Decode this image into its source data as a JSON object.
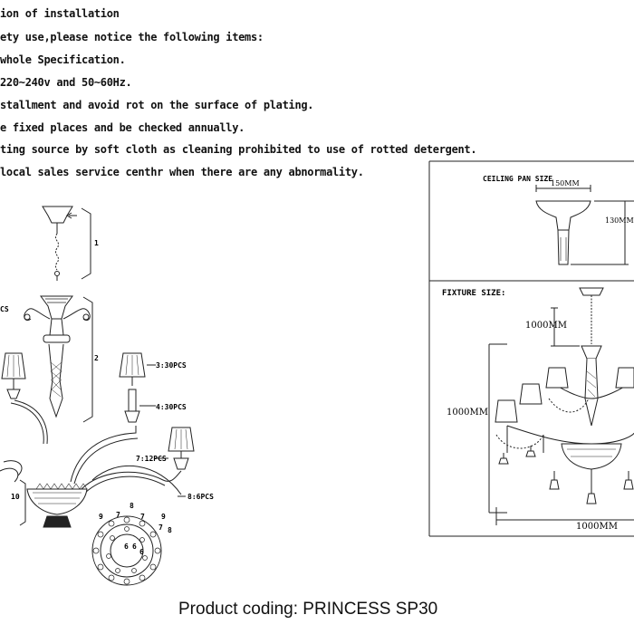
{
  "instructions": [
    "ion of installation",
    "ety use,please notice the following items:",
    " whole Specification.",
    "220~240v and 50~60Hz.",
    "stallment and avoid rot on the surface of plating.",
    "e fixed places and be checked annually.",
    "ting source by soft cloth as cleaning prohibited to use of rotted detergent.",
    " local sales service centhr when there are any abnormality."
  ],
  "parts_diagram": {
    "group_numbers": [
      "1",
      "2",
      "10"
    ],
    "callouts": [
      "CS",
      "3:30PCS",
      "4:30PCS",
      "7:12PCS",
      "8:6PCS"
    ],
    "ring_numbers": [
      "9",
      "7",
      "8",
      "7",
      "9",
      "7",
      "8",
      "6",
      "6",
      "6"
    ]
  },
  "ceiling_pan": {
    "title": "CEILING PAN SIZE",
    "width": "150MM",
    "height": "130MM"
  },
  "fixture": {
    "title": "FIXTURE SIZE:",
    "drop": "1000MM",
    "height": "1000MM",
    "width": "1000MM"
  },
  "caption": "Product coding: PRINCESS SP30"
}
